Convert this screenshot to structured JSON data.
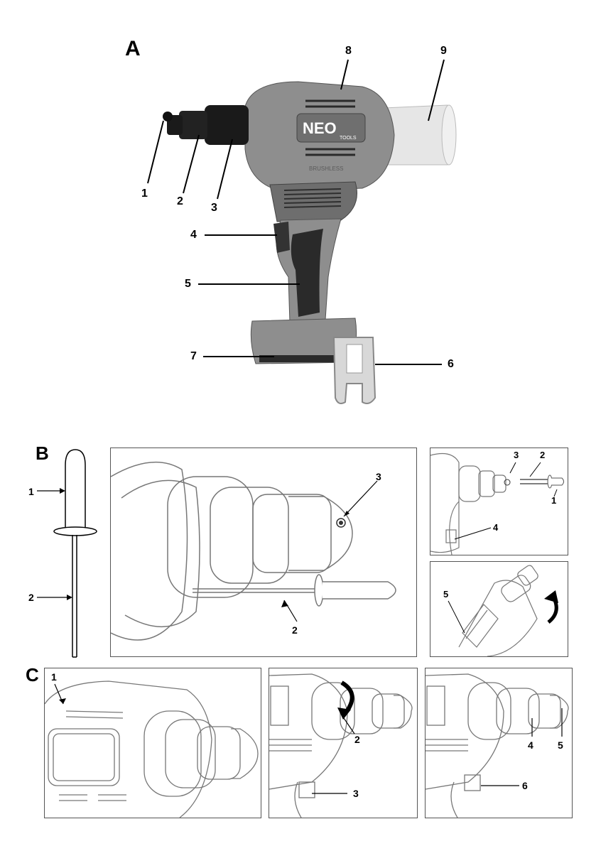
{
  "sections": {
    "a": "A",
    "b": "B",
    "c": "C"
  },
  "fig_a": {
    "labels": [
      "1",
      "2",
      "3",
      "4",
      "5",
      "6",
      "7",
      "8",
      "9"
    ],
    "logo": "NEO",
    "logo_sub": "TOOLS",
    "side_text": "BRUSHLESS"
  },
  "fig_b": {
    "rivet_labels": [
      "1",
      "2"
    ],
    "main_labels": [
      "3",
      "2"
    ],
    "top_right_labels": [
      "3",
      "2",
      "1",
      "4"
    ],
    "bottom_right_labels": [
      "5"
    ]
  },
  "fig_c": {
    "panel1_labels": [
      "1"
    ],
    "panel2_labels": [
      "2",
      "3"
    ],
    "panel3_labels": [
      "4",
      "5",
      "6"
    ]
  },
  "colors": {
    "body_gray": "#8e8e8e",
    "dark_gray": "#3a3a3a",
    "black": "#141414",
    "line": "#555555"
  }
}
